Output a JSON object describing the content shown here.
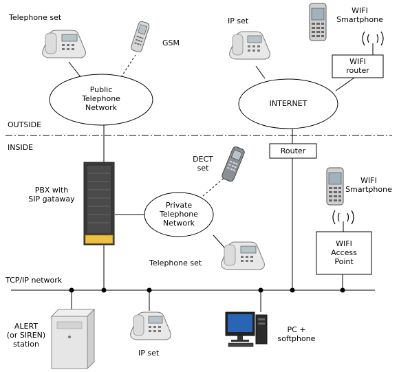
{
  "zones": {
    "outside": "OUTSIDE",
    "inside": "INSIDE"
  },
  "clouds": {
    "pstn": [
      "Public",
      "Telephone",
      "Network"
    ],
    "internet": [
      "INTERNET"
    ],
    "private_net": [
      "Private",
      "Telephone",
      "Network"
    ]
  },
  "boxes": {
    "wifi_router": [
      "WIFI",
      "router"
    ],
    "router": [
      "Router"
    ],
    "wifi_ap": [
      "WIFI",
      "Access",
      "Point"
    ]
  },
  "labels": {
    "telephone_set_top": "Telephone set",
    "gsm": "GSM",
    "ip_set_top": "IP set",
    "wifi_smartphone_top": [
      "WIFI",
      "Smartphone"
    ],
    "dect_set": [
      "DECT",
      "set"
    ],
    "pbx": [
      "PBX with",
      "SIP gataway"
    ],
    "wifi_smartphone_mid": [
      "WIFI",
      "Smartphone"
    ],
    "telephone_set_mid": "Telephone set",
    "tcpip_network": "TCP/IP network",
    "alert_station": [
      "ALERT",
      "(or SIREN)",
      "station"
    ],
    "ip_set_bottom": "IP set",
    "pc_softphone": [
      "PC +",
      "softphone"
    ]
  },
  "colors": {
    "line": "#000000",
    "device_light": "#e8e8e8",
    "device_dark": "#555555",
    "screen": "#b8c4cc",
    "pbx_cabinet": "#3a3a3a",
    "pbx_glow": "#f0c040",
    "pc_screen": "#2a64b4"
  },
  "icons": [
    "desk-phone-icon",
    "gsm-phone-icon",
    "smartphone-icon",
    "dect-phone-icon",
    "pbx-cabinet-icon",
    "server-tower-icon",
    "pc-icon",
    "wifi-waves-icon"
  ]
}
